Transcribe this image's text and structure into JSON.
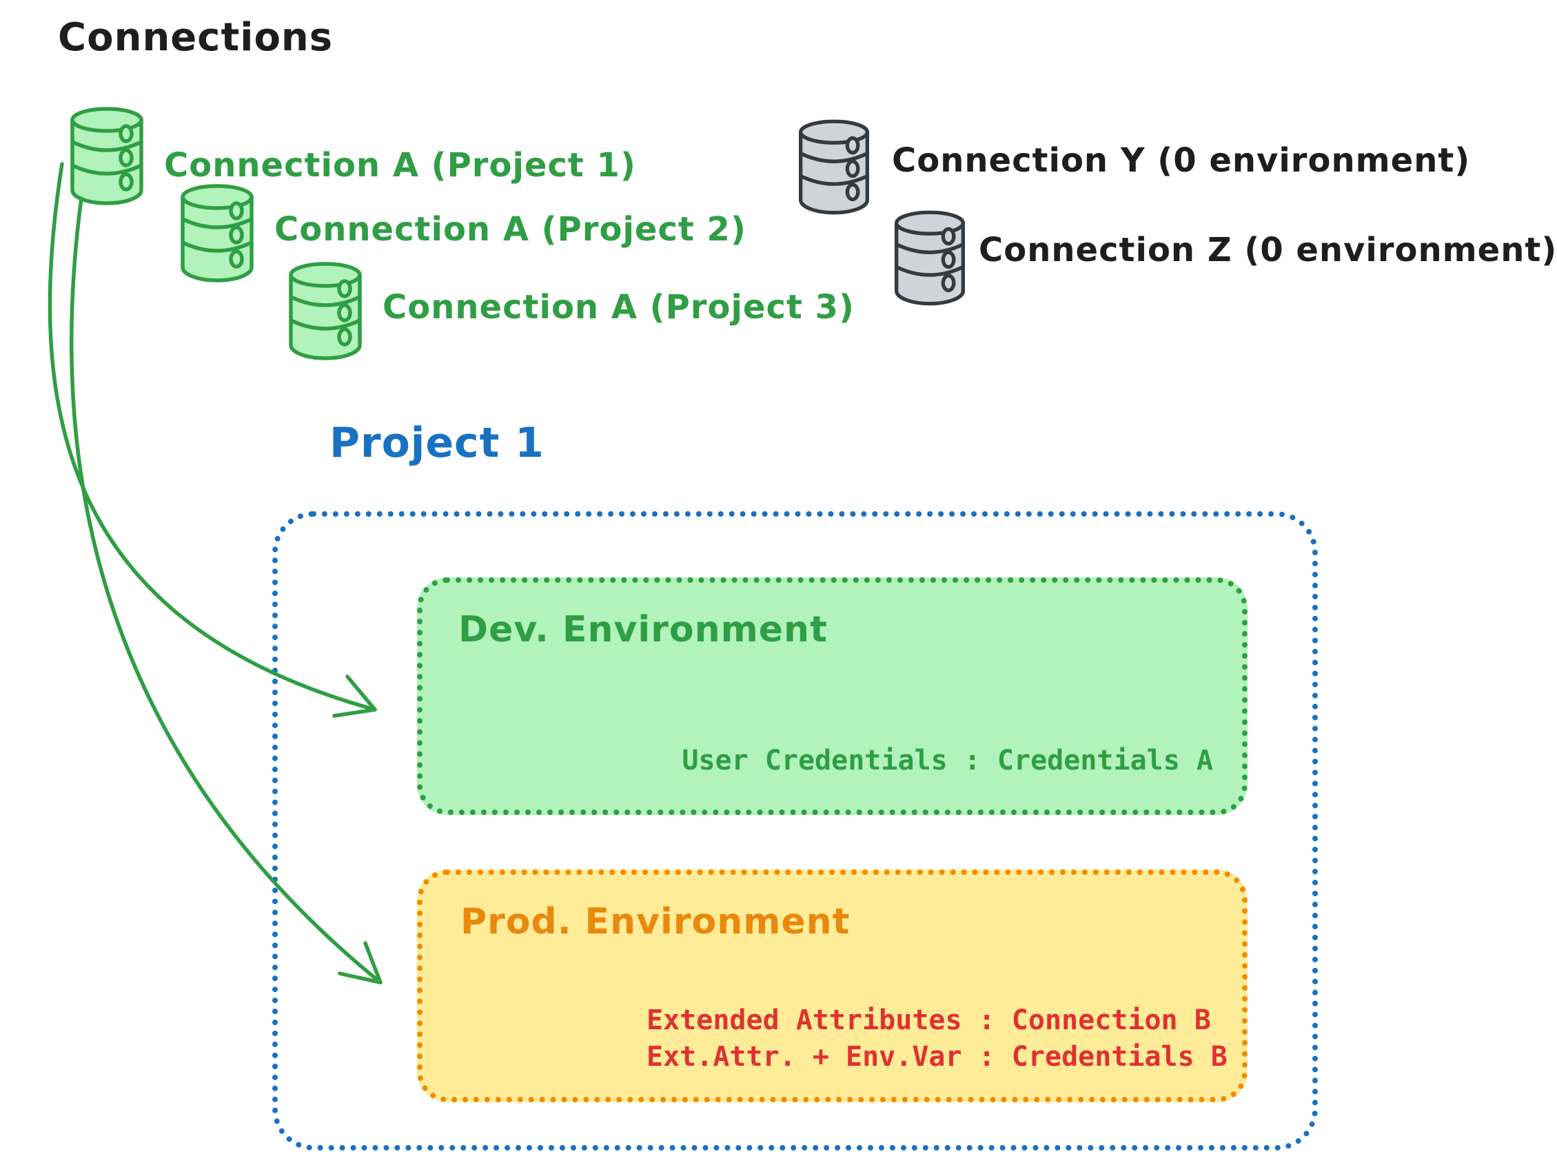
{
  "title": "Connections",
  "colors": {
    "green_stroke": "#2f9e44",
    "green_fill": "#b2f2bb",
    "gray_stroke": "#343a40",
    "gray_fill": "#ced4da",
    "blue": "#1971c2",
    "orange_stroke": "#f08c00",
    "orange_text": "#e8890c",
    "yellow_fill": "#ffec99",
    "red": "#e03131",
    "black": "#1e1e1e"
  },
  "connections_green": [
    {
      "label": "Connection A (Project 1)"
    },
    {
      "label": "Connection A (Project 2)"
    },
    {
      "label": "Connection A (Project 3)"
    }
  ],
  "connections_gray": [
    {
      "label": "Connection Y (0 environment)"
    },
    {
      "label": "Connection Z (0 environment)"
    }
  ],
  "project": {
    "title": "Project 1",
    "dev_environment": {
      "title": "Dev. Environment",
      "credentials_line": "User Credentials : Credentials A"
    },
    "prod_environment": {
      "title": "Prod. Environment",
      "line1": "Extended Attributes : Connection B",
      "line2": "Ext.Attr. + Env.Var : Credentials B"
    }
  }
}
